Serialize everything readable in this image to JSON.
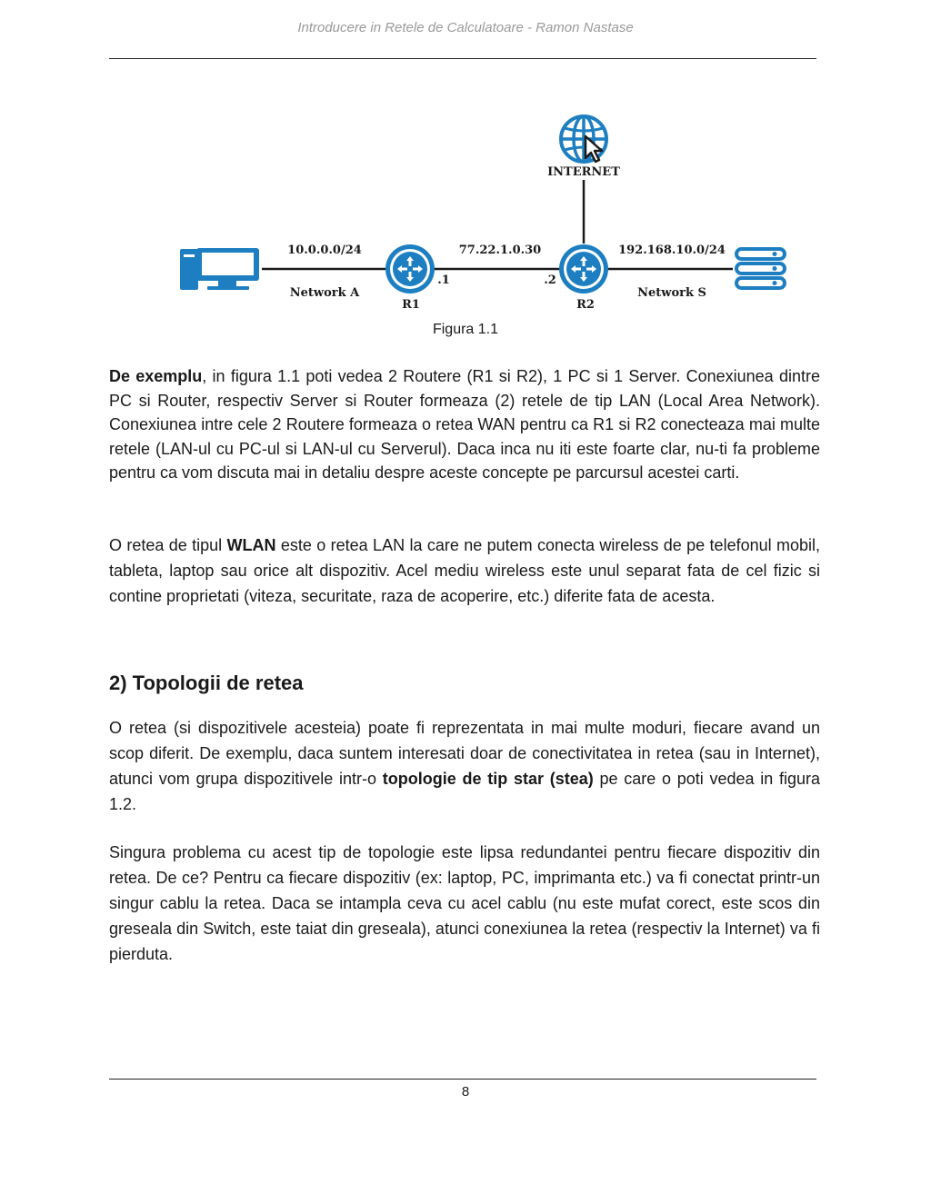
{
  "header": {
    "title": "Introducere in Retele de Calculatoare - Ramon Nastase"
  },
  "diagram": {
    "internet_label": "INTERNET",
    "net_a_addr": "10.0.0.0/24",
    "net_a_name": "Network A",
    "r1_label": "R1",
    "r2_label": "R2",
    "wan_addr": "77.22.1.0.30",
    "r1_if": ".1",
    "r2_if": ".2",
    "net_s_addr": "192.168.10.0/24",
    "net_s_name": "Network S",
    "colors": {
      "device_blue": "#1d7fc1",
      "line": "#1a1a1a"
    }
  },
  "caption": "Figura 1.1",
  "p1": {
    "bold": "De exemplu",
    "text": ", in figura 1.1 poti vedea 2 Routere (R1 si R2), 1 PC si 1 Server. Conexiunea dintre PC si Router, respectiv Server si Router formeaza (2) retele de tip LAN (Local Area Network). Conexiunea intre cele 2 Routere formeaza o retea WAN pentru ca R1 si R2 conecteaza mai multe retele (LAN-ul cu PC-ul si LAN-ul cu Serverul). Daca inca nu iti este foarte clar, nu-ti fa probleme pentru ca vom discuta mai in detaliu despre aceste concepte pe parcursul acestei carti."
  },
  "p2": {
    "pre": "O retea de tipul ",
    "bold": "WLAN",
    "post": " este o retea LAN la care ne putem conecta wireless de pe telefonul mobil, tableta, laptop sau orice alt dispozitiv. Acel mediu wireless este unul separat fata de cel fizic si contine proprietati (viteza, securitate, raza de acoperire, etc.) diferite fata de acesta."
  },
  "heading": "2) Topologii de retea",
  "p3": {
    "pre": "O retea (si dispozitivele acesteia) poate fi reprezentata in mai multe moduri, fiecare avand un scop diferit. De exemplu, daca suntem interesati doar de conectivitatea in retea (sau in Internet), atunci vom grupa dispozitivele intr-o ",
    "bold": "topologie de tip star (stea)",
    "post": " pe care o poti vedea in figura 1.2."
  },
  "p4": {
    "text": "Singura problema cu acest tip de topologie este lipsa redundantei pentru fiecare dispozitiv din retea. De ce? Pentru ca fiecare dispozitiv (ex: laptop, PC, imprimanta etc.) va fi conectat printr-un singur cablu la retea. Daca se intampla ceva cu acel cablu (nu este mufat corect, este scos din greseala din Switch, este taiat din greseala), atunci conexiunea la retea (respectiv la Internet) va fi pierduta."
  },
  "footer": {
    "page_number": "8"
  }
}
